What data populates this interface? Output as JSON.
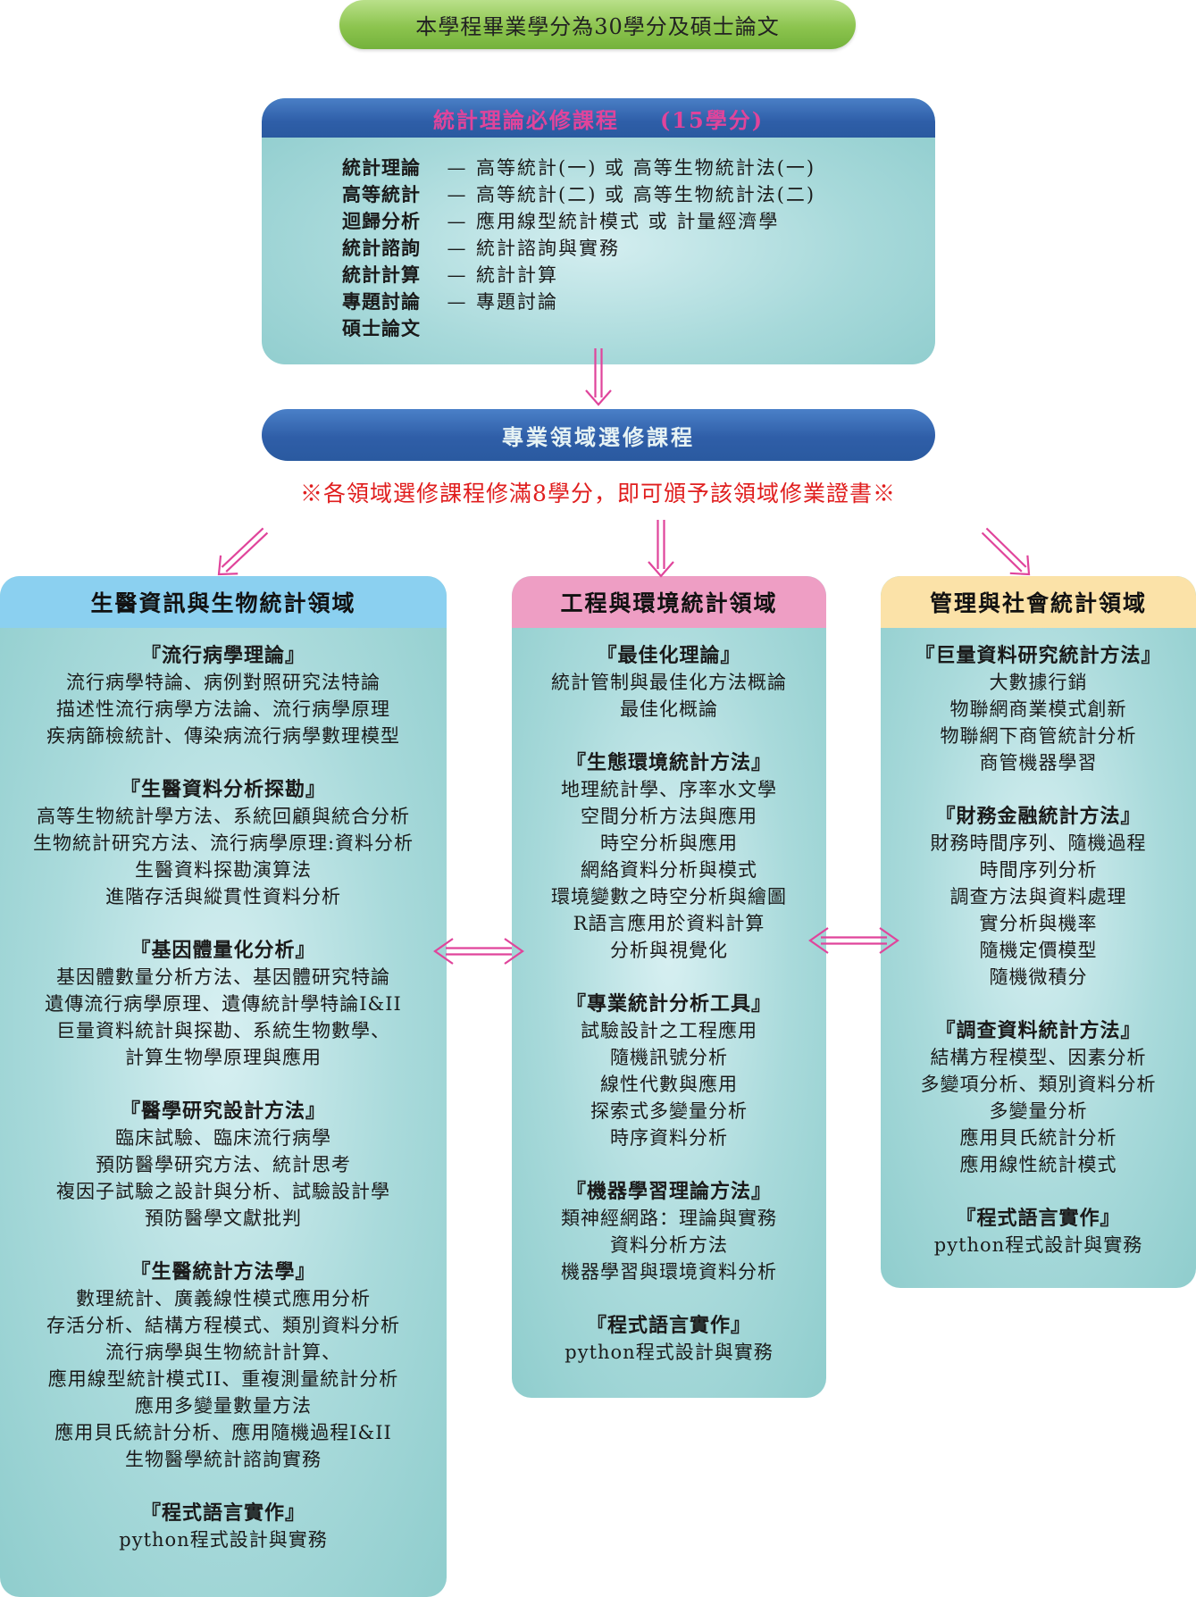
{
  "graduation_note": "本學程畢業學分為30學分及碩士論文",
  "required": {
    "title": "統計理論必修課程",
    "credits": "(15學分)",
    "items": [
      {
        "label": "統計理論",
        "dash": "—",
        "value": "高等統計(一) 或 高等生物統計法(一)"
      },
      {
        "label": "高等統計",
        "dash": "—",
        "value": "高等統計(二) 或 高等生物統計法(二)"
      },
      {
        "label": "迴歸分析",
        "dash": "—",
        "value": "應用線型統計模式 或 計量經濟學"
      },
      {
        "label": "統計諮詢",
        "dash": "—",
        "value": "統計諮詢與實務"
      },
      {
        "label": "統計計算",
        "dash": "—",
        "value": "統計計算"
      },
      {
        "label": "專題討論",
        "dash": "—",
        "value": "專題討論"
      },
      {
        "label": "碩士論文",
        "dash": "",
        "value": ""
      }
    ]
  },
  "elective": {
    "title": "專業領域選修課程",
    "note": "※各領域選修課程修滿8學分，即可頒予該領域修業證書※"
  },
  "domains": [
    {
      "title": "生醫資訊與生物統計領域",
      "color": "#8bd0f0",
      "sections": [
        {
          "title": "『流行病學理論』",
          "items": [
            "流行病學特論、病例對照研究法特論",
            "描述性流行病學方法論、流行病學原理",
            "疾病篩檢統計、傳染病流行病學數理模型"
          ]
        },
        {
          "title": "『生醫資料分析探勘』",
          "items": [
            "高等生物統計學方法、系統回顧與統合分析",
            "生物統計研究方法、流行病學原理:資料分析",
            "生醫資料探勘演算法",
            "進階存活與縱貫性資料分析"
          ]
        },
        {
          "title": "『基因體量化分析』",
          "items": [
            "基因體數量分析方法、基因體研究特論",
            "遺傳流行病學原理、遺傳統計學特論I&II",
            "巨量資料統計與探勘、系統生物數學、",
            "計算生物學原理與應用"
          ]
        },
        {
          "title": "『醫學研究設計方法』",
          "items": [
            "臨床試驗、臨床流行病學",
            "預防醫學研究方法、統計思考",
            "複因子試驗之設計與分析、試驗設計學",
            "預防醫學文獻批判"
          ]
        },
        {
          "title": "『生醫統計方法學』",
          "items": [
            "數理統計、廣義線性模式應用分析",
            "存活分析、結構方程模式、類別資料分析",
            "流行病學與生物統計計算、",
            "應用線型統計模式II、重複測量統計分析",
            "應用多變量數量方法",
            "應用貝氏統計分析、應用隨機過程I&II",
            "生物醫學統計諮詢實務"
          ]
        },
        {
          "title": "『程式語言實作』",
          "items": [
            "python程式設計與實務"
          ]
        }
      ]
    },
    {
      "title": "工程與環境統計領域",
      "color": "#ee9ec4",
      "sections": [
        {
          "title": "『最佳化理論』",
          "items": [
            "統計管制與最佳化方法概論",
            "最佳化概論"
          ]
        },
        {
          "title": "『生態環境統計方法』",
          "items": [
            "地理統計學、序率水文學",
            "空間分析方法與應用",
            "時空分析與應用",
            "網絡資料分析與模式",
            "環境變數之時空分析與繪圖",
            "R語言應用於資料計算",
            "分析與視覺化"
          ]
        },
        {
          "title": "『專業統計分析工具』",
          "items": [
            "試驗設計之工程應用",
            "隨機訊號分析",
            "線性代數與應用",
            "探索式多變量分析",
            "時序資料分析"
          ]
        },
        {
          "title": "『機器學習理論方法』",
          "items": [
            "類神經網路：理論與實務",
            "資料分析方法",
            "機器學習與環境資料分析"
          ]
        },
        {
          "title": "『程式語言實作』",
          "items": [
            "python程式設計與實務"
          ]
        }
      ]
    },
    {
      "title": "管理與社會統計領域",
      "color": "#fbe2a8",
      "sections": [
        {
          "title": "『巨量資料研究統計方法』",
          "items": [
            "大數據行銷",
            "物聯網商業模式創新",
            "物聯網下商管統計分析",
            "商管機器學習"
          ]
        },
        {
          "title": "『財務金融統計方法』",
          "items": [
            "財務時間序列、隨機過程",
            "時間序列分析",
            "調查方法與資料處理",
            "實分析與機率",
            "隨機定價模型",
            "隨機微積分"
          ]
        },
        {
          "title": "『調查資料統計方法』",
          "items": [
            "結構方程模型、因素分析",
            "多變項分析、類別資料分析",
            "多變量分析",
            "應用貝氏統計分析",
            "應用線性統計模式"
          ]
        },
        {
          "title": "『程式語言實作』",
          "items": [
            "python程式設計與實務"
          ]
        }
      ]
    }
  ],
  "arrow_color": "#e0449b"
}
